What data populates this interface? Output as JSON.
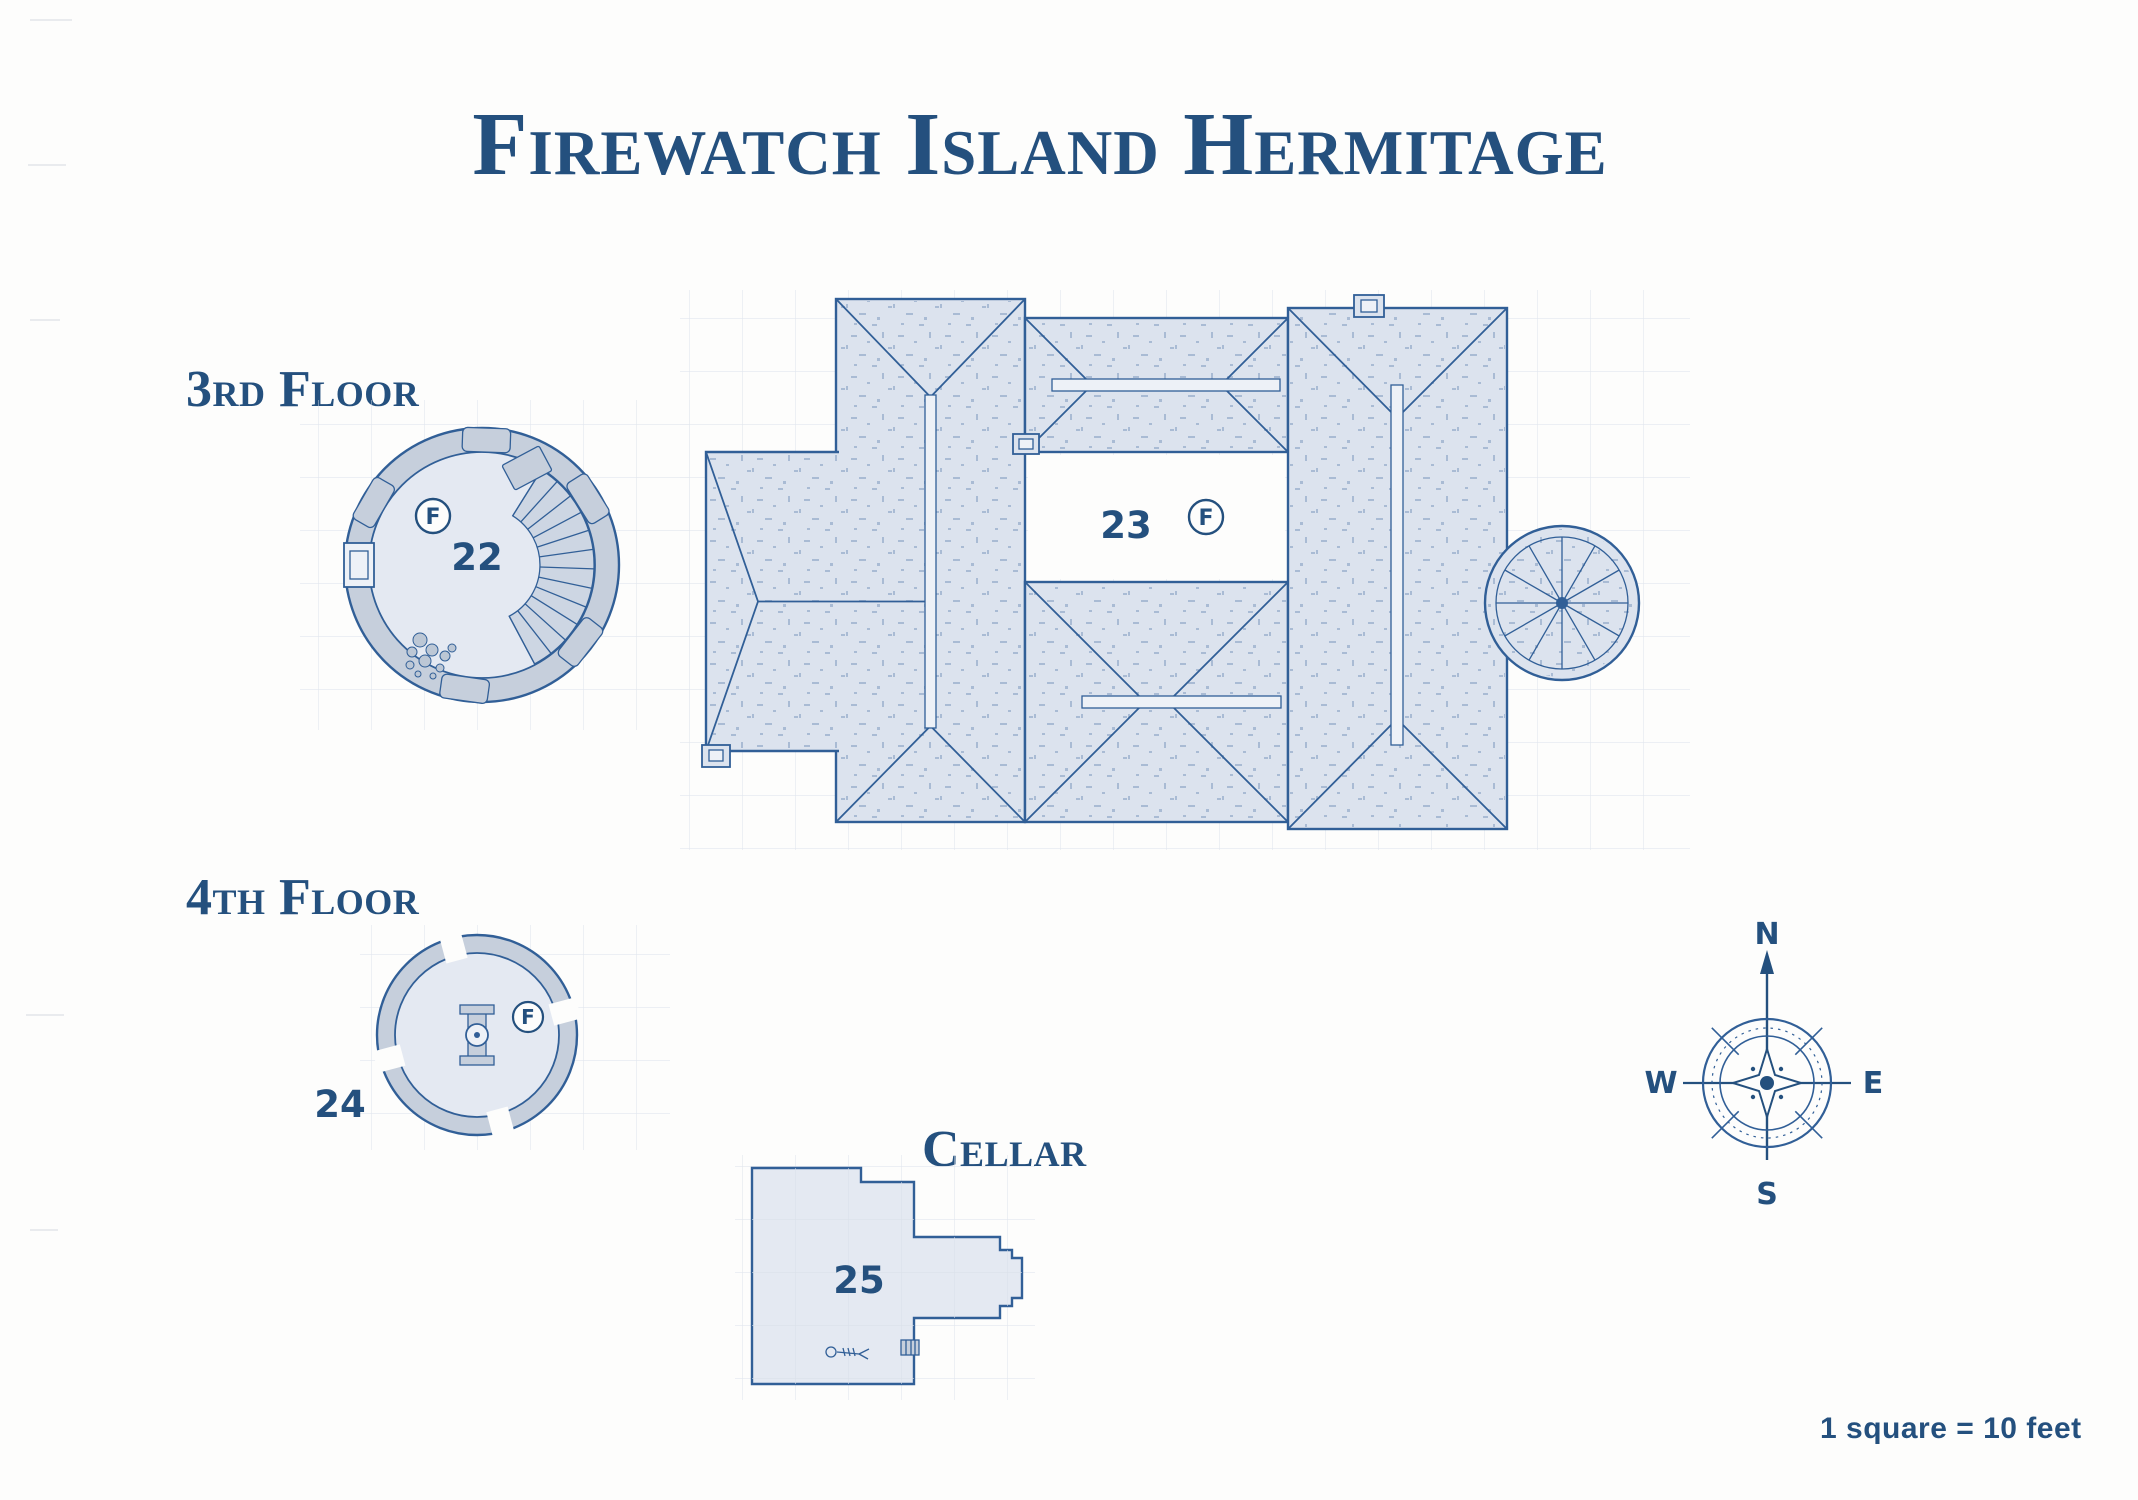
{
  "title": "Firewatch Island Hermitage",
  "floor_labels": {
    "third": "3rd Floor",
    "fourth": "4th Floor",
    "cellar": "Cellar"
  },
  "rooms": {
    "r22": {
      "number": "22",
      "marker": "F"
    },
    "r23": {
      "number": "23",
      "marker": "F"
    },
    "r24": {
      "number": "24",
      "marker": "F"
    },
    "r25": {
      "number": "25"
    }
  },
  "compass": {
    "north": "N",
    "east": "E",
    "south": "S",
    "west": "W"
  },
  "scale_note": "1 square = 10 feet",
  "colors": {
    "ink": "#24507e",
    "line": "#315f97",
    "roof_fill": "#dce3ee",
    "wall_fill": "#c6cfdc",
    "floor_fill": "#e4e9f2",
    "grid": "#d9e0e9"
  }
}
